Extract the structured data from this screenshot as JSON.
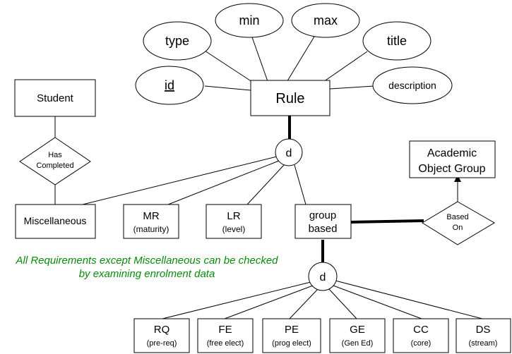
{
  "attributes": {
    "type": "type",
    "min": "min",
    "max": "max",
    "title": "title",
    "id": "id",
    "description": "description"
  },
  "entities": {
    "rule": "Rule",
    "student": "Student",
    "miscellaneous": "Miscellaneous",
    "mr": {
      "title": "MR",
      "sub": "(maturity)"
    },
    "lr": {
      "title": "LR",
      "sub": "(level)"
    },
    "group_based": {
      "line1": "group",
      "line2": "based"
    },
    "academic_object_group": {
      "line1": "Academic",
      "line2": "Object Group"
    },
    "rq": {
      "title": "RQ",
      "sub": "(pre-req)"
    },
    "fe": {
      "title": "FE",
      "sub": "(free elect)"
    },
    "pe": {
      "title": "PE",
      "sub": "(prog elect)"
    },
    "ge": {
      "title": "GE",
      "sub": "(Gen Ed)"
    },
    "cc": {
      "title": "CC",
      "sub": "(core)"
    },
    "ds": {
      "title": "DS",
      "sub": "(stream)"
    }
  },
  "relationships": {
    "has_completed": {
      "line1": "Has",
      "line2": "Completed"
    },
    "based_on": {
      "line1": "Based",
      "line2": "On"
    }
  },
  "disjoint": {
    "top": "d",
    "bottom": "d"
  },
  "note": {
    "line1": "All Requirements except Miscellaneous can be checked",
    "line2": "by examining enrolment data"
  },
  "colors": {
    "note": "#0a8a0a",
    "stroke": "#000000",
    "fill": "#ffffff"
  }
}
